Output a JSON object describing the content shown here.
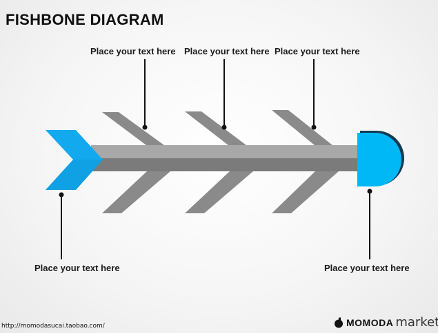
{
  "title": "FISHBONE DIAGRAM",
  "labels": {
    "top_left": "Place your text here",
    "top_center": "Place your text here",
    "top_right": "Place your text here",
    "bottom_left": "Place your text here",
    "bottom_right": "Place your text here"
  },
  "footer": {
    "url": "http://momodasucai.taobao.com/",
    "brand_bold": "MOMODA",
    "brand_light": "market"
  },
  "colors": {
    "head": "#00b8f5",
    "tail": "#12a9ef",
    "spine_light": "#a8a8a8",
    "spine_dark": "#7b7b7b",
    "bones": "#8a8a8a",
    "connector": "#111111"
  },
  "icons": {
    "brand_mark": "momoda-logo-icon"
  }
}
